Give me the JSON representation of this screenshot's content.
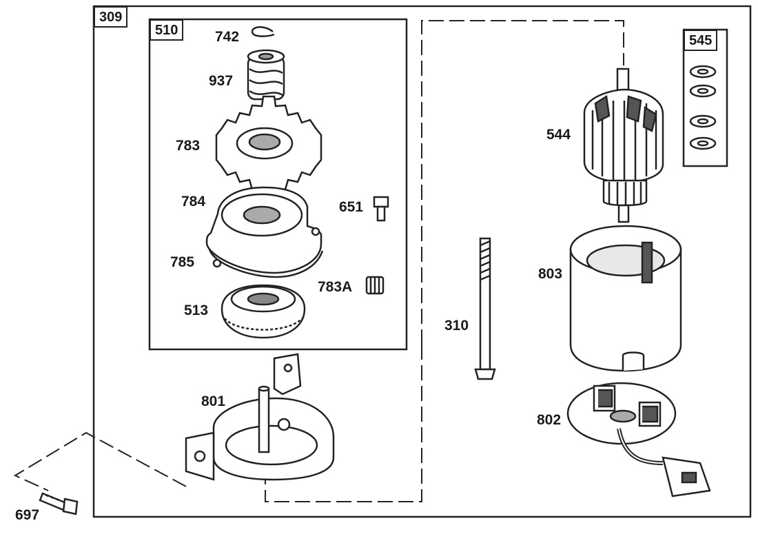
{
  "assembly": "309",
  "groups": {
    "drive_kit": "510",
    "washer_kit": "545"
  },
  "parts": {
    "p742": "742",
    "p937": "937",
    "p783": "783",
    "p784": "784",
    "p785": "785",
    "p513": "513",
    "p651": "651",
    "p783A": "783A",
    "p801": "801",
    "p310": "310",
    "p544": "544",
    "p803": "803",
    "p802": "802",
    "p697": "697"
  },
  "colors": {
    "ink": "#222222",
    "paper": "#ffffff",
    "shade": "#bdbdbd"
  }
}
